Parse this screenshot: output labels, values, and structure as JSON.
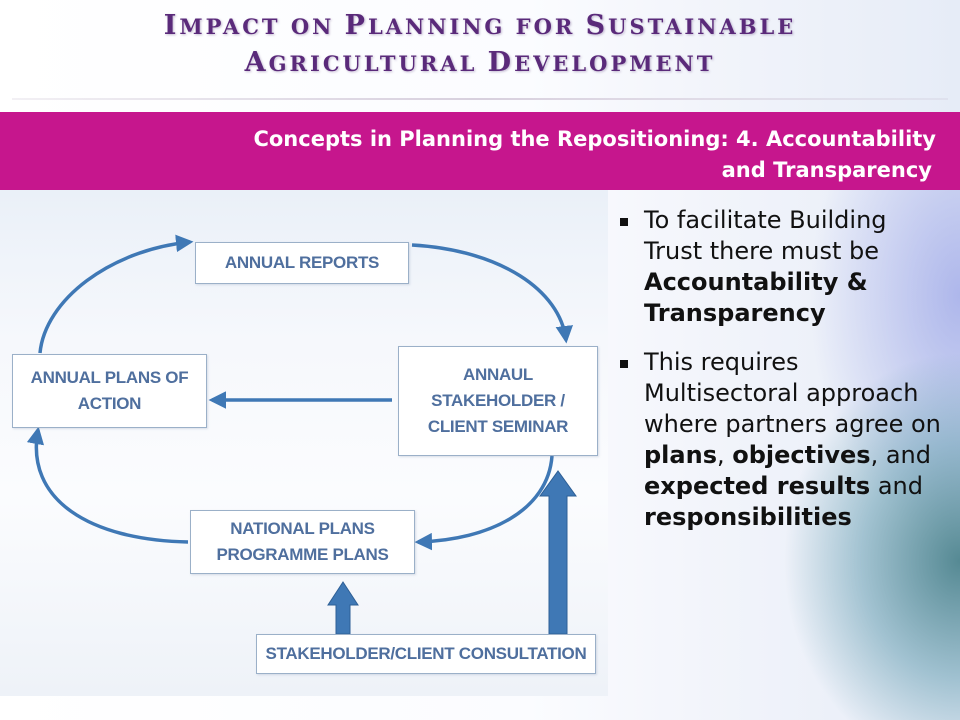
{
  "title": {
    "line1": [
      {
        "cap": "I",
        "rest": "MPACT ON "
      },
      {
        "cap": "P",
        "rest": "LANNING FOR "
      },
      {
        "cap": "S",
        "rest": "USTAINABLE"
      }
    ],
    "line2": [
      {
        "cap": "A",
        "rest": "GRICULTURAL "
      },
      {
        "cap": "D",
        "rest": "EVELOPMENT"
      }
    ]
  },
  "banner": {
    "line1": "Concepts in Planning the Repositioning: 4. Accountability",
    "line2": "and Transparency"
  },
  "diagram": {
    "annual_reports": "ANNUAL REPORTS",
    "annual_plans": [
      "ANNUAL PLANS OF",
      "ACTION"
    ],
    "seminar": [
      "ANNAUL",
      "STAKEHOLDER /",
      "CLIENT SEMINAR"
    ],
    "national": [
      "NATIONAL PLANS",
      "PROGRAMME PLANS"
    ],
    "consultation": "STAKEHOLDER/CLIENT CONSULTATION",
    "colors": {
      "arrow": "#3f78b5",
      "box_text": "#4f6f9e",
      "box_border": "#9bb0c8"
    }
  },
  "bullets": {
    "b1": {
      "t1": "To facilitate Building Trust there must be ",
      "b1": "Accountability & Transparency"
    },
    "b2": {
      "t1": "This requires Multisectoral approach where partners agree on ",
      "b1": "plans",
      "t2": ", ",
      "b2": "objectives",
      "t3": ", and ",
      "b3": "expected results",
      "t4": " and ",
      "b4": "responsibilities"
    }
  }
}
